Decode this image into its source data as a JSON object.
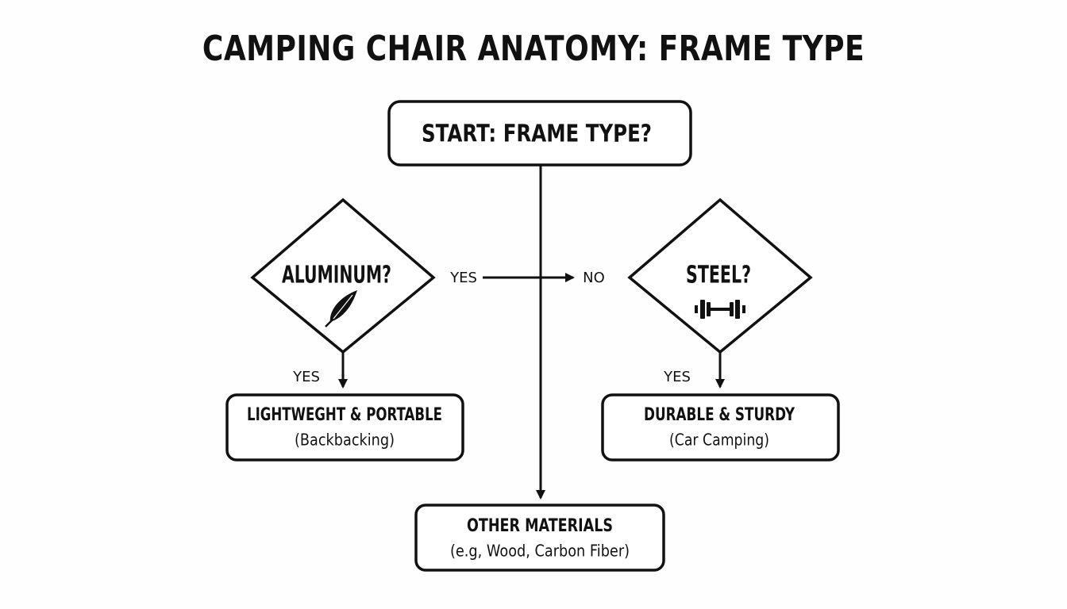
{
  "title": "CAMPING CHAIR ANATOMY: FRAME TYPE",
  "nodes": {
    "start": {
      "label": "START: FRAME TYPE?"
    },
    "aluminum": {
      "label": "ALUMINUM?",
      "icon": "feather-icon"
    },
    "steel": {
      "label": "STEEL?",
      "icon": "dumbbell-icon"
    },
    "lightweight": {
      "title": "LIGHTWEGHT & PORTABLE",
      "subtitle": "(Backbacking)"
    },
    "durable": {
      "title": "DURABLE & STURDY",
      "subtitle": "(Car Camping)"
    },
    "other": {
      "title": "OTHER MATERIALS",
      "subtitle": "(e.g, Wood, Carbon Fiber)"
    }
  },
  "edges": {
    "aluminum_yes": "YES",
    "mid_yes": "YES",
    "mid_no": "NO",
    "steel_yes": "YES"
  },
  "colors": {
    "stroke": "#111111",
    "background": "#fefefe"
  }
}
